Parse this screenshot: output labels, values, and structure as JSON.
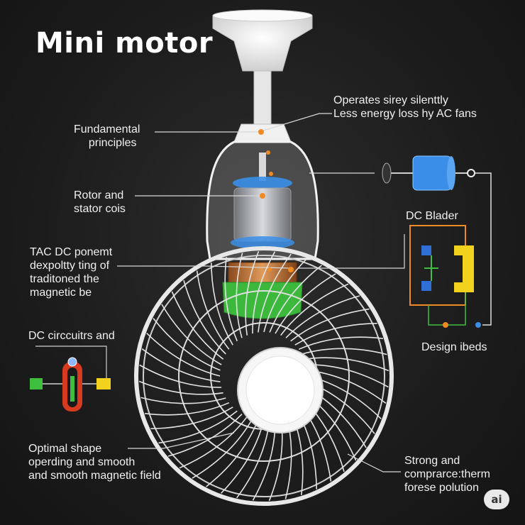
{
  "title": "Mini motor",
  "labels": {
    "operates": [
      "Operates sirey silenttly",
      "Less energy loss hy AC fans"
    ],
    "fundamental": [
      "Fundamental",
      "principles"
    ],
    "rotor": [
      "Rotor and",
      "stator cois"
    ],
    "tac": [
      "TAC DC ponemt",
      "dexpoltty ting of",
      "traditoned the",
      "magnetic be"
    ],
    "dc_bladder": "DC Blader",
    "dc_circuit": "DC circcuitrs and",
    "design": "Design ibeds",
    "optimal": [
      "Optimal shape",
      "operding and smooth",
      "and smooth magnetic field"
    ],
    "strong": [
      "Strong and",
      "comprarce:therm",
      "forese polution"
    ]
  },
  "badge": "ai",
  "colors": {
    "background": "#1c1c1c",
    "fan_body": "#f4f4f4",
    "motor_blue": "#3a8ee8",
    "coil_copper": "#c87a3c",
    "coil_green": "#3cb83c",
    "callout_orange": "#f08a24",
    "schematic_blue": "#2f6fd6",
    "schematic_yellow": "#f2d21c",
    "schematic_green": "#3fbf3f",
    "schematic_red": "#d63a1f"
  }
}
